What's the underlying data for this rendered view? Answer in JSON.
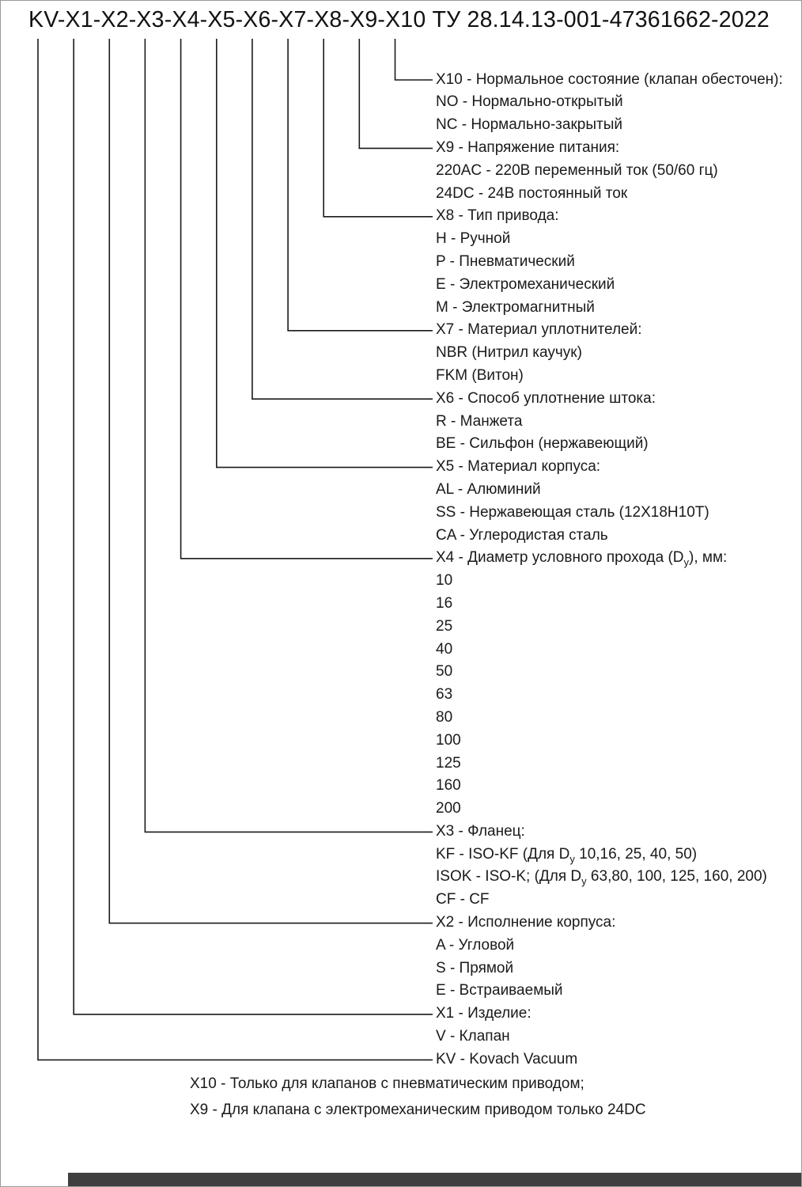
{
  "title": "KV-X1-X2-X3-X4-X5-X6-X7-X8-X9-X10 ТУ 28.14.13-001-47361662-2022",
  "groups": [
    {
      "code": "X10",
      "header": "X10 - Нормальное состояние (клапан обесточен):",
      "items": [
        "NO - Нормально-открытый",
        "NC - Нормально-закрытый"
      ]
    },
    {
      "code": "X9",
      "header": "X9 - Напряжение питания:",
      "items": [
        "220AC - 220В переменный ток (50/60 гц)",
        "24DC - 24В постоянный ток"
      ]
    },
    {
      "code": "X8",
      "header": "X8 - Тип привода:",
      "items": [
        "H - Ручной",
        "P - Пневматический",
        "E - Электромеханический",
        "M - Электромагнитный"
      ]
    },
    {
      "code": "X7",
      "header": "X7 - Материал уплотнителей:",
      "items": [
        "NBR (Нитрил каучук)",
        "FKM (Витон)"
      ]
    },
    {
      "code": "X6",
      "header": "X6 - Способ уплотнение штока:",
      "items": [
        "R - Манжета",
        "BE - Сильфон (нержавеющий)"
      ]
    },
    {
      "code": "X5",
      "header": "X5 - Материал корпуса:",
      "items": [
        "AL - Алюминий",
        "SS - Нержавеющая сталь (12Х18Н10Т)",
        "CA - Углеродистая сталь"
      ]
    },
    {
      "code": "X4",
      "header": "X4 - Диаметр условного прохода (Dy), мм:",
      "items": [
        "10",
        "16",
        "25",
        "40",
        "50",
        "63",
        "80",
        "100",
        "125",
        "160",
        "200"
      ]
    },
    {
      "code": "X3",
      "header": "X3 - Фланец:",
      "items": [
        "KF - ISO-KF (Для Dy 10,16, 25, 40, 50)",
        "ISOK - ISO-K; (Для Dy 63,80, 100, 125, 160, 200)",
        "CF - CF"
      ]
    },
    {
      "code": "X2",
      "header": "X2 - Исполнение корпуса:",
      "items": [
        "A - Угловой",
        "S - Прямой",
        "E - Встраиваемый"
      ]
    },
    {
      "code": "X1",
      "header": "X1 - Изделие:",
      "items": [
        "V - Клапан"
      ]
    },
    {
      "code": "KV",
      "header": "KV - Kovach Vacuum",
      "items": []
    }
  ],
  "notes": [
    "X10 -  Только для клапанов с пневматическим приводом;",
    "X9 - Для клапана с электромеханическим приводом только 24DC"
  ],
  "colors": {
    "line": "#1a1a1a",
    "text": "#1a1a1a",
    "bottom_bar": "#3f3f3f"
  }
}
